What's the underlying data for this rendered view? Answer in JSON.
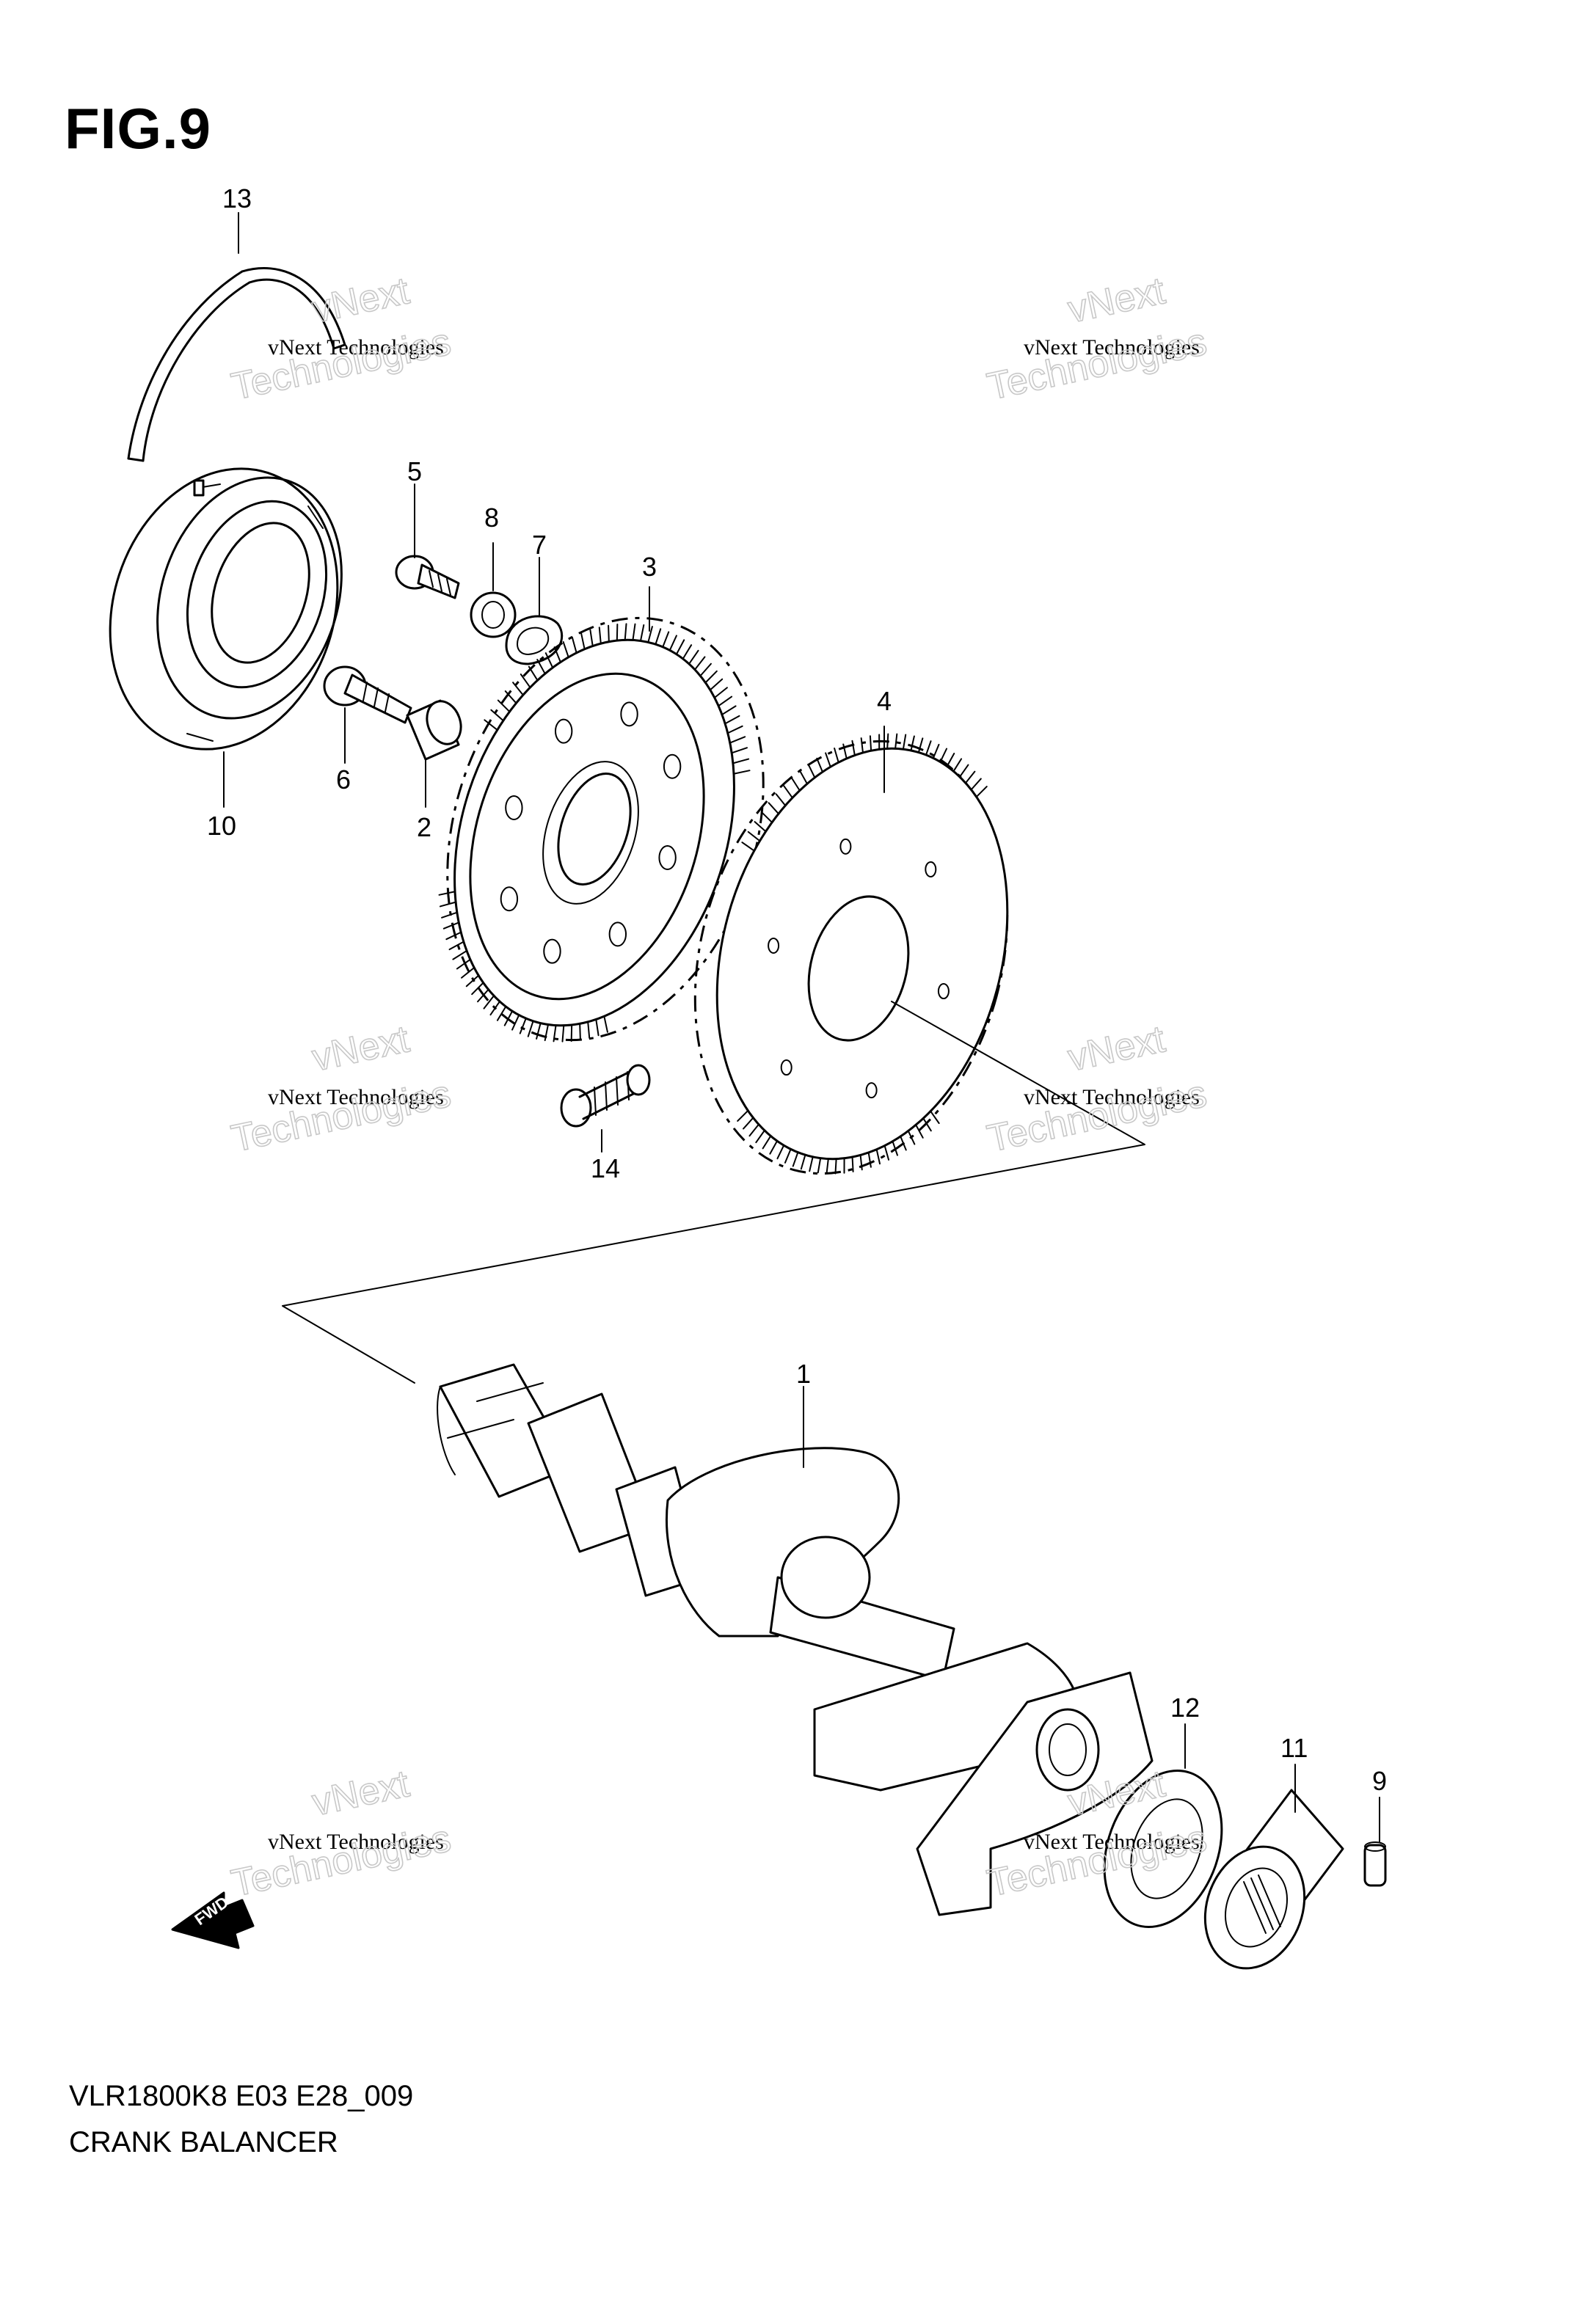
{
  "figure": {
    "title": "FIG.9",
    "model_code": "VLR1800K8 E03 E28_009",
    "section_name": "CRANK BALANCER"
  },
  "callouts": [
    "1",
    "2",
    "3",
    "4",
    "5",
    "6",
    "7",
    "8",
    "9",
    "10",
    "11",
    "12",
    "13",
    "14"
  ],
  "watermark": {
    "line1": "vNext Technologies",
    "line2": "Technologies",
    "line3": "vNext"
  },
  "direction_badge": {
    "label": "FWD"
  }
}
